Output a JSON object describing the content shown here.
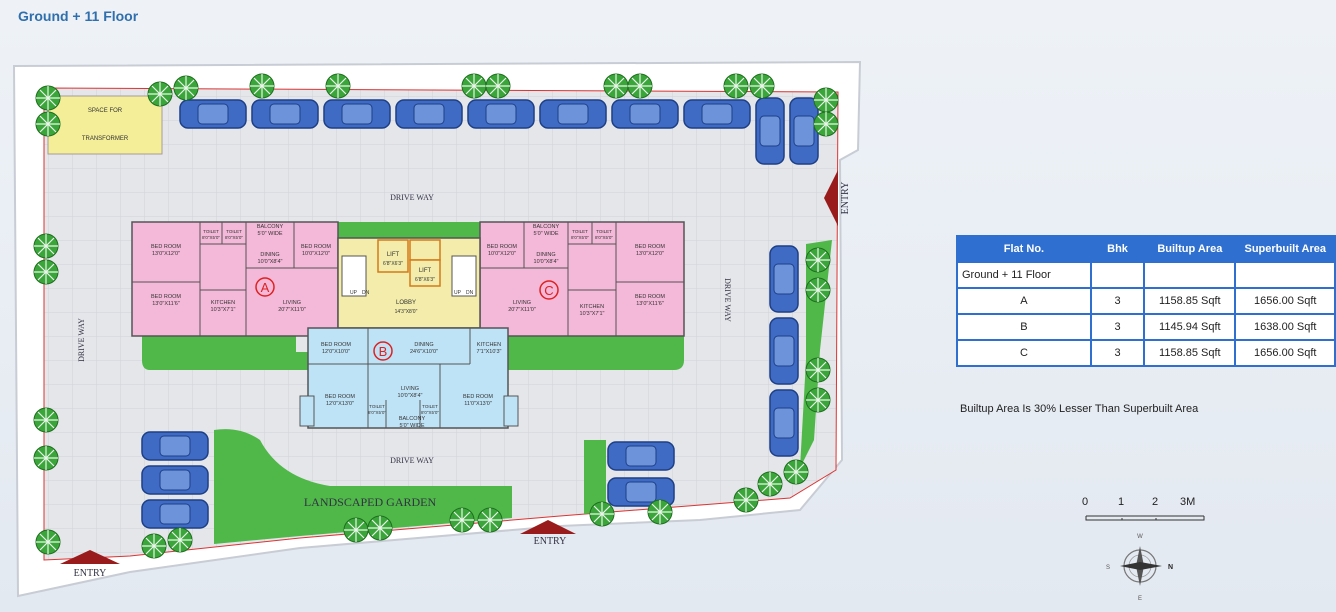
{
  "title": "Ground + 11 Floor",
  "plan": {
    "transformer_line1": "SPACE FOR",
    "transformer_line2": "TRANSFORMER",
    "driveway_top": "DRIVE WAY",
    "driveway_bottom": "DRIVE WAY",
    "driveway_left": "DRIVE WAY",
    "driveway_right": "DRIVE WAY",
    "garden": "LANDSCAPED GARDEN",
    "entry_left": "ENTRY",
    "entry_bottom": "ENTRY",
    "entry_right": "ENTRY",
    "flat_a_label": "A",
    "flat_b_label": "B",
    "flat_c_label": "C",
    "lobby": "LOBBY",
    "lobby_dim": "14'3\"X8'0\"",
    "lift1": "LIFT",
    "lift1_dim": "6'8\"X6'3\"",
    "lift2": "LIFT",
    "lift2_dim": "6'8\"X6'3\"",
    "a_bed1": "BED ROOM",
    "a_bed1_dim": "13'0\"X12'0\"",
    "a_bed2": "BED ROOM",
    "a_bed2_dim": "13'0\"X11'6\"",
    "a_bed3": "BED ROOM",
    "a_bed3_dim": "10'0\"X12'0\"",
    "a_kitchen": "KITCHEN",
    "a_kitchen_dim": "10'3\"X7'1\"",
    "a_dining": "DINING",
    "a_dining_dim": "10'0\"X8'4\"",
    "a_living": "LIVING",
    "a_living_dim": "20'7\"X11'0\"",
    "a_balcony": "BALCONY",
    "a_balcony_dim": "5'0\" WIDE",
    "a_toilet1": "TOILET",
    "a_toilet1_dim": "8'0\"X5'0\"",
    "a_toilet2": "TOILET",
    "a_toilet2_dim": "8'0\"X5'0\"",
    "c_bed1": "BED ROOM",
    "c_bed1_dim": "13'0\"X12'0\"",
    "c_bed2": "BED ROOM",
    "c_bed2_dim": "13'0\"X11'6\"",
    "c_bed3": "BED ROOM",
    "c_bed3_dim": "10'0\"X12'0\"",
    "c_kitchen": "KITCHEN",
    "c_kitchen_dim": "10'3\"X7'1\"",
    "c_dining": "DINING",
    "c_dining_dim": "10'0\"X8'4\"",
    "c_living": "LIVING",
    "c_living_dim": "20'7\"X11'0\"",
    "c_balcony": "BALCONY",
    "c_balcony_dim": "5'0\" WIDE",
    "c_toilet1": "TOILET",
    "c_toilet1_dim": "8'0\"X5'0\"",
    "c_toilet2": "TOILET",
    "c_toilet2_dim": "8'0\"X5'0\"",
    "b_bed1": "BED ROOM",
    "b_bed1_dim": "12'0\"X10'0\"",
    "b_bed2": "BED ROOM",
    "b_bed2_dim": "12'0\"X13'0\"",
    "b_bed3": "BED ROOM",
    "b_bed3_dim": "11'0\"X13'0\"",
    "b_kitchen": "KITCHEN",
    "b_kitchen_dim": "7'1\"X10'3\"",
    "b_dining": "DINING",
    "b_dining_dim": "24'6\"X10'0\"",
    "b_living": "LIVING",
    "b_living_dim": "10'0\"X8'4\"",
    "b_balcony": "BALCONY",
    "b_balcony_dim": "5'0\" WIDE",
    "b_toilet1": "TOILET",
    "b_toilet1_dim": "8'0\"X5'0\"",
    "b_toilet2": "TOILET",
    "b_toilet2_dim": "8'0\"X5'0\"",
    "up1": "UP",
    "dn1": "DN",
    "up2": "UP",
    "dn2": "DN"
  },
  "table": {
    "headers": [
      "Flat No.",
      "Bhk",
      "Builtup Area",
      "Superbuilt Area"
    ],
    "group_row": "Ground + 11 Floor",
    "rows": [
      [
        "A",
        "3",
        "1158.85 Sqft",
        "1656.00 Sqft"
      ],
      [
        "B",
        "3",
        "1145.94 Sqft",
        "1638.00 Sqft"
      ],
      [
        "C",
        "3",
        "1158.85 Sqft",
        "1656.00 Sqft"
      ]
    ]
  },
  "note": "Builtup Area Is 30% Lesser Than Superbuilt Area",
  "scale": {
    "labels": [
      "0",
      "1",
      "2",
      "3M"
    ]
  },
  "compass": {
    "n": "N",
    "s": "S",
    "e": "E",
    "w": "W"
  },
  "colors": {
    "flat_ac": "#f4b8d8",
    "flat_b": "#bfe3f6",
    "core": "#f3ecaa",
    "lawn": "#4fb848",
    "car": "#3f6bc5",
    "entry": "#9a1b1b",
    "table_header": "#2f6fd0"
  }
}
